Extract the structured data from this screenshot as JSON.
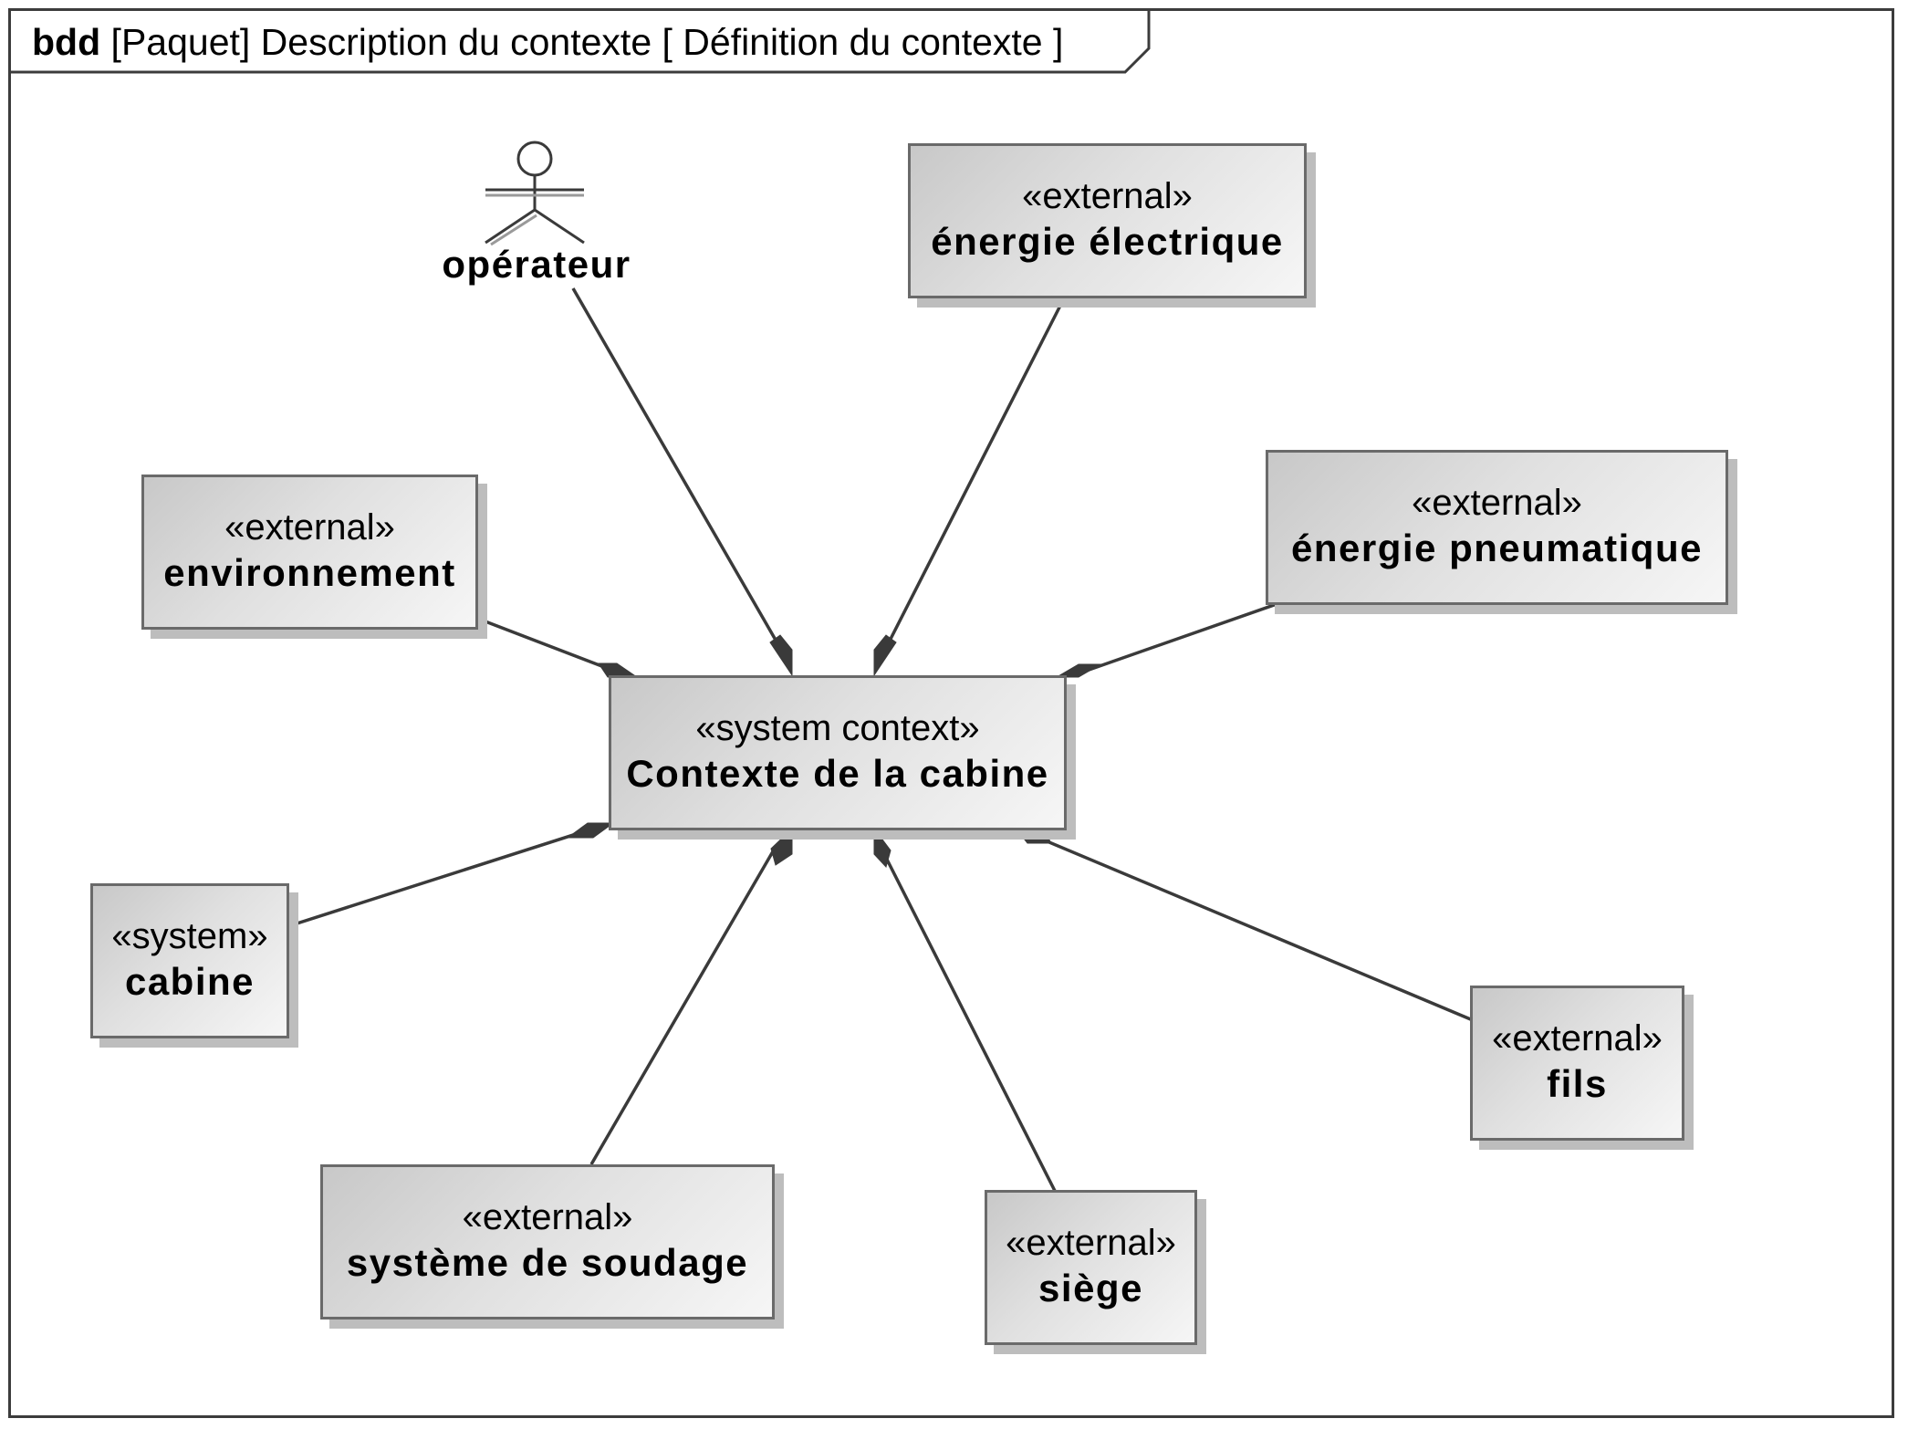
{
  "frame": {
    "kind": "bdd",
    "label": "[Paquet] Description du contexte [ Définition du contexte ]"
  },
  "actor": {
    "name": "opérateur"
  },
  "blocks": {
    "context": {
      "stereotype": "«system context»",
      "name": "Contexte de la cabine"
    },
    "energie_elec": {
      "stereotype": "«external»",
      "name": "énergie électrique"
    },
    "environnement": {
      "stereotype": "«external»",
      "name": "environnement"
    },
    "energie_pneu": {
      "stereotype": "«external»",
      "name": "énergie pneumatique"
    },
    "cabine": {
      "stereotype": "«system»",
      "name": "cabine"
    },
    "soudage": {
      "stereotype": "«external»",
      "name": "système de soudage"
    },
    "siege": {
      "stereotype": "«external»",
      "name": "siège"
    },
    "fils": {
      "stereotype": "«external»",
      "name": "fils"
    }
  },
  "colors": {
    "border": "#6a6a6a",
    "line": "#3a3a3a",
    "shadow": "#bdbdbd"
  }
}
